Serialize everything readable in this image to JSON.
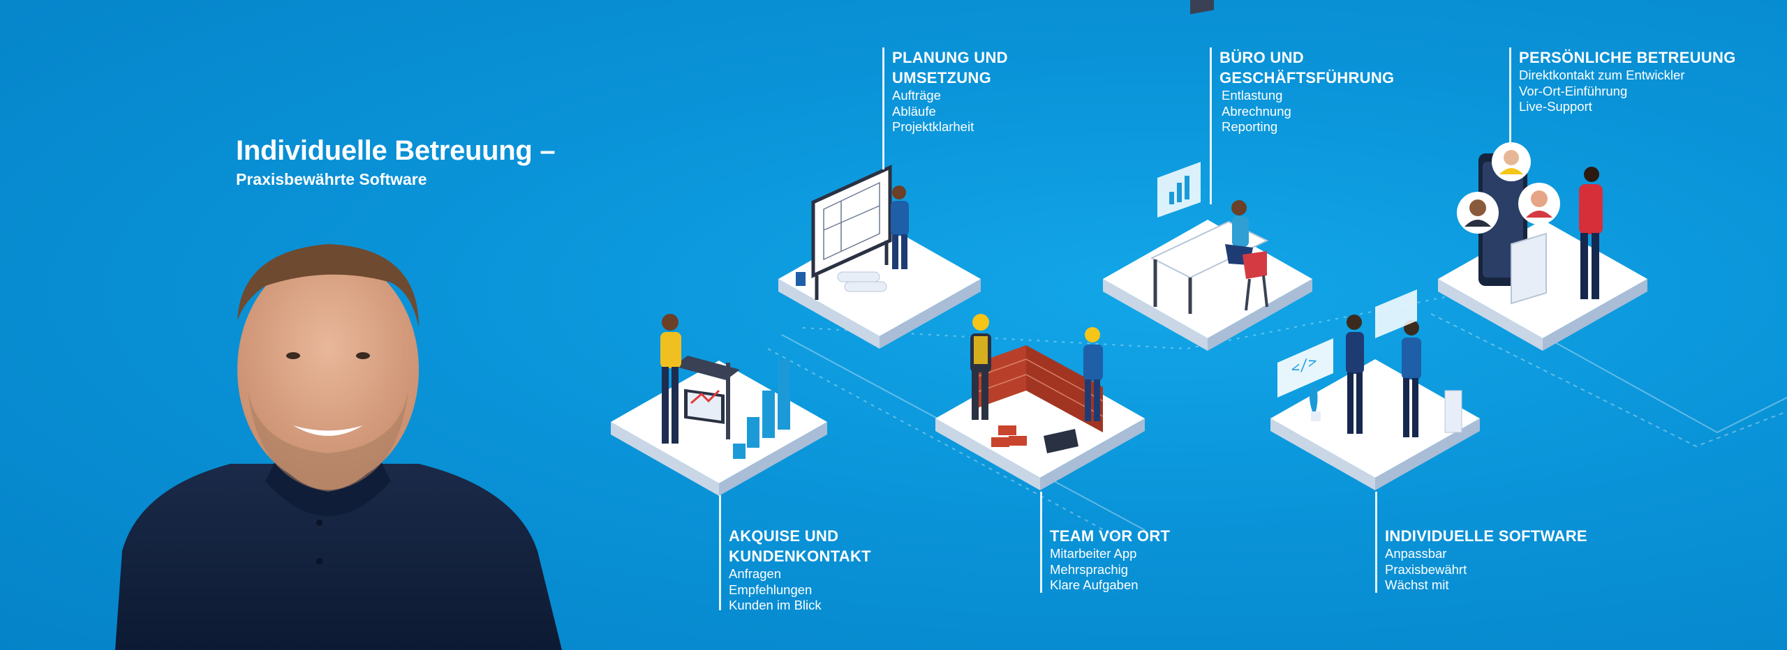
{
  "headline": {
    "title": "Individuelle Betreuung –",
    "subtitle": "Praxisbewährte Software"
  },
  "sections": {
    "planung": {
      "title_1": "PLANUNG UND",
      "title_2": "UMSETZUNG",
      "items": [
        "Aufträge",
        "Abläufe",
        "Projektklarheit"
      ]
    },
    "buero": {
      "title_1": "BÜRO UND",
      "title_2": "GESCHÄFTSFÜHRUNG",
      "items": [
        "Entlastung",
        "Abrechnung",
        "Reporting"
      ]
    },
    "persoenlich": {
      "title_1": "PERSÖNLICHE BETREUUNG",
      "items": [
        "Direktkontakt zum Entwickler",
        "Vor-Ort-Einführung",
        "Live-Support"
      ]
    },
    "akquise": {
      "title_1": "AKQUISE UND",
      "title_2": "KUNDENKONTAKT",
      "items": [
        "Anfragen",
        "Empfehlungen",
        "Kunden im Blick"
      ]
    },
    "team": {
      "title_1": "TEAM VOR ORT",
      "items": [
        "Mitarbeiter App",
        "Mehrsprachig",
        "Klare Aufgaben"
      ]
    },
    "software": {
      "title_1": "INDIVIDUELLE SOFTWARE",
      "items": [
        "Anpassbar",
        "Praxisbewährt",
        "Wächst mit"
      ]
    }
  },
  "colors": {
    "background": "#0a93d8",
    "platform": "#ffffff",
    "accent_dark": "#1b3b73",
    "accent_yellow": "#f5c518",
    "brick": "#b8402a"
  }
}
